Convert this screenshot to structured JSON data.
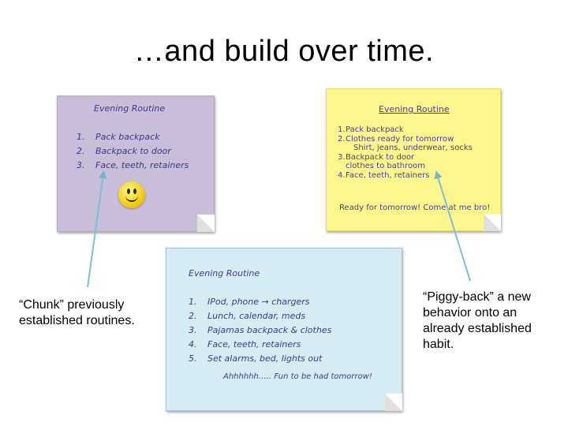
{
  "slide": {
    "title": "…and build over time."
  },
  "notes": {
    "purple": {
      "title": "Evening Routine",
      "items": [
        {
          "num": "1.",
          "text": "Pack backpack"
        },
        {
          "num": "2.",
          "text": "Backpack to door"
        },
        {
          "num": "3.",
          "text": "Face, teeth, retainers"
        }
      ]
    },
    "yellow": {
      "title": "Evening Routine",
      "items": [
        {
          "num": "1.",
          "text": "Pack backpack"
        },
        {
          "num": "2.",
          "text": "Clothes ready for tomorrow",
          "sub": "Shirt, jeans, underwear, socks"
        },
        {
          "num": "3.",
          "text": "Backpack to door",
          "sub": "clothes to bathroom"
        },
        {
          "num": "4.",
          "text": "Face, teeth, retainers"
        }
      ],
      "footer": "Ready for tomorrow! Come at me bro!"
    },
    "blue": {
      "title": "Evening Routine",
      "items": [
        {
          "num": "1.",
          "text": "IPod, phone → chargers"
        },
        {
          "num": "2.",
          "text": "Lunch, calendar, meds"
        },
        {
          "num": "3.",
          "text": "Pajamas backpack & clothes"
        },
        {
          "num": "4.",
          "text": "Face, teeth, retainers"
        },
        {
          "num": "5.",
          "text": "Set alarms, bed, lights out"
        }
      ],
      "footer": "Ahhhhhh….. Fun to be had tomorrow!"
    }
  },
  "captions": {
    "left": "“Chunk” previously established routines.",
    "right": "“Piggy-back” a new behavior onto an already established habit."
  },
  "colors": {
    "purple_note": "#c8bed8",
    "yellow_note": "#fbf78d",
    "blue_note": "#d7ebf3",
    "arrow": "#7fbfd6"
  }
}
